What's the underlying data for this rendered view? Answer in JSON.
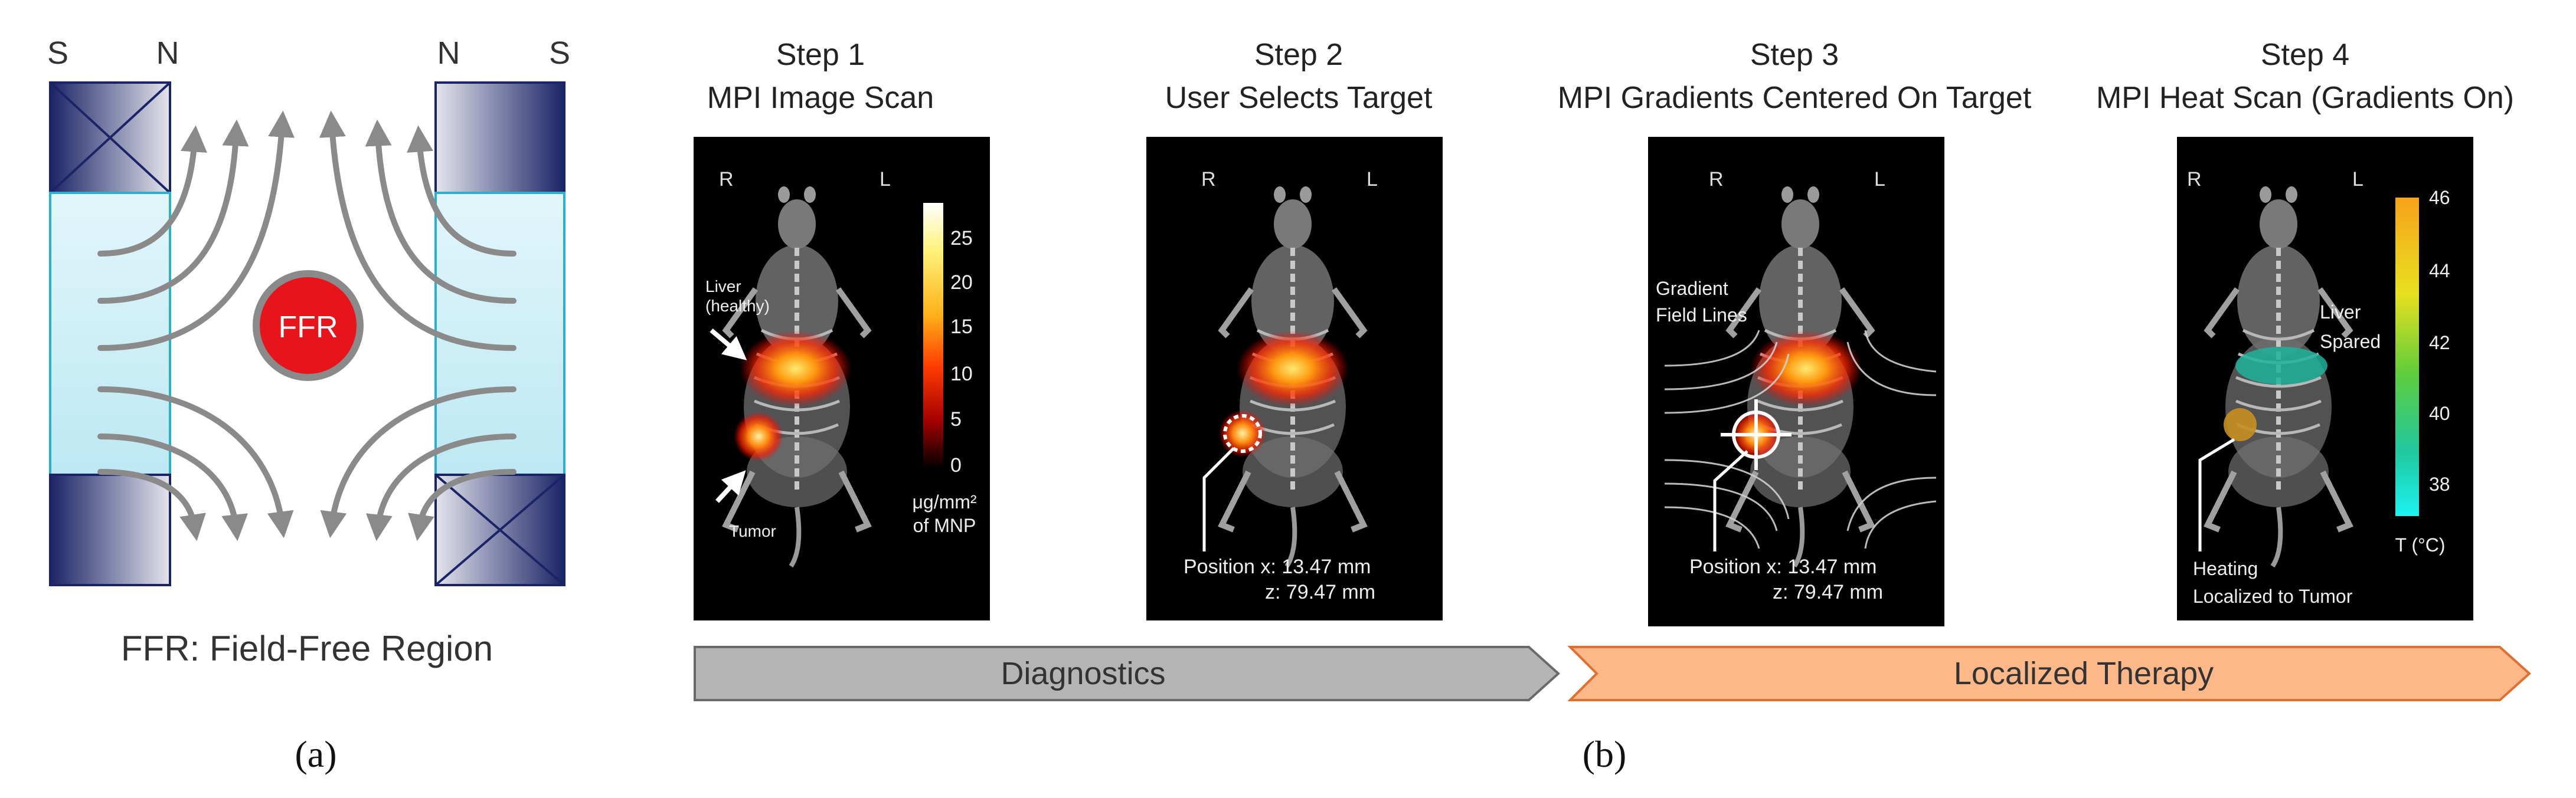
{
  "panel_a": {
    "poles": {
      "top_left_s": "S",
      "top_left_n": "N",
      "top_right_n": "N",
      "top_right_s": "S"
    },
    "ffr_label": "FFR",
    "caption": "FFR: Field-Free Region",
    "label": "(a)"
  },
  "panel_b": {
    "label": "(b)",
    "steps": [
      {
        "number": "Step 1",
        "title": "MPI Image Scan"
      },
      {
        "number": "Step 2",
        "title": "User Selects Target"
      },
      {
        "number": "Step 3",
        "title": "MPI Gradients Centered On Target"
      },
      {
        "number": "Step 4",
        "title": "MPI Heat Scan (Gradients On)"
      }
    ],
    "orientation": {
      "right": "R",
      "left": "L"
    },
    "step1": {
      "liver_label_1": "Liver",
      "liver_label_2": "(healthy)",
      "tumor_label": "Tumor",
      "colorbar_ticks": [
        "25",
        "20",
        "15",
        "10",
        "5",
        "0"
      ],
      "colorbar_unit_1": "μg/mm²",
      "colorbar_unit_2": "of MNP"
    },
    "position_text": {
      "x_line": "Position x: 13.47 mm",
      "z_line": "z: 79.47 mm"
    },
    "step3": {
      "gradient_label_1": "Gradient",
      "gradient_label_2": "Field Lines"
    },
    "step4": {
      "liver_label_1": "Liver",
      "liver_label_2": "Spared",
      "heating_label_1": "Heating",
      "heating_label_2": "Localized to Tumor",
      "colorbar_ticks": [
        "46",
        "44",
        "42",
        "40",
        "38"
      ],
      "colorbar_unit": "T (°C)"
    },
    "arrows": {
      "diagnostics": "Diagnostics",
      "therapy": "Localized Therapy"
    },
    "colors": {
      "diagnostics_fill": "#b4b4b4",
      "therapy_fill": "#fdb88a",
      "ffr": "#e8141b",
      "magnet": "#1e2a6e",
      "gap": "#d9f3fa"
    }
  }
}
